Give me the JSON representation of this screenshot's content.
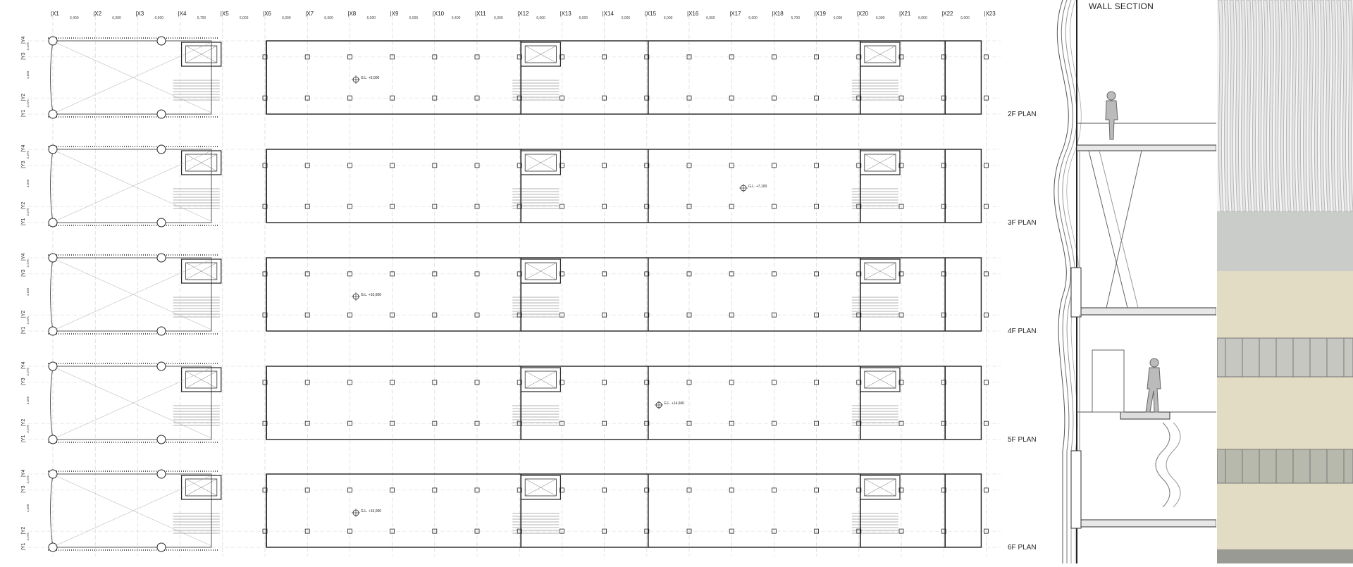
{
  "sheet": {
    "wall_section_title": "WALL SECTION",
    "colors": {
      "line": "#333333",
      "grid": "#bfbfbf",
      "facade_stone": "#e3dcc4",
      "glass": "#c9ccc9"
    }
  },
  "grid": {
    "x_labels": [
      "X1",
      "X2",
      "X3",
      "X4",
      "X5",
      "X6",
      "X7",
      "X8",
      "X9",
      "X10",
      "X11",
      "X12",
      "X13",
      "X14",
      "X15",
      "X16",
      "X17",
      "X18",
      "X19",
      "X20",
      "X21",
      "X22",
      "X23"
    ],
    "x_dims": [
      "6,400",
      "6,000",
      "6,000",
      "5,700",
      "6,000",
      "6,000",
      "6,000",
      "6,000",
      "6,000",
      "6,400",
      "6,000",
      "6,000",
      "6,000",
      "6,000",
      "6,000",
      "6,000",
      "6,000",
      "5,700",
      "6,000",
      "6,000",
      "6,000",
      "6,000"
    ],
    "y_labels": [
      "Y4",
      "Y3",
      "Y2",
      "Y1"
    ],
    "y_dims": [
      "2,275",
      "4,550",
      "2,275"
    ]
  },
  "plans": [
    {
      "name": "2F PLAN",
      "level": "G.L. +5,000"
    },
    {
      "name": "3F PLAN",
      "level": "G.L. +7,100"
    },
    {
      "name": "4F PLAN",
      "level": "G.L. +10,600"
    },
    {
      "name": "5F PLAN",
      "level": "G.L. +14,600"
    },
    {
      "name": "6F PLAN",
      "level": "G.L. +16,000"
    }
  ]
}
